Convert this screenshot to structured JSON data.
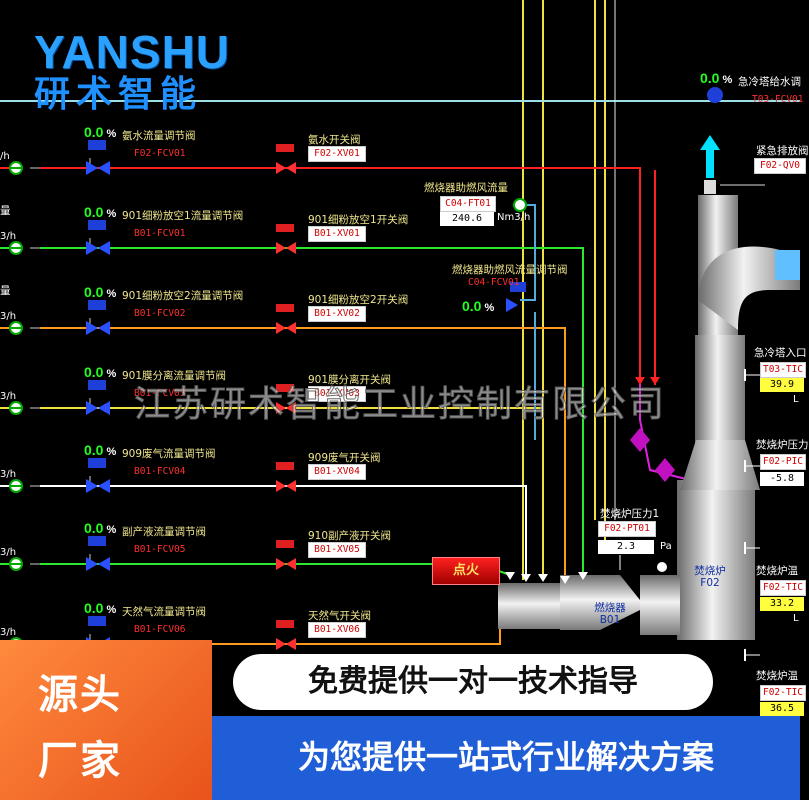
{
  "brand": {
    "en": "YANSHU",
    "cn": "研术智能"
  },
  "watermark": "江苏研术智能工业控制有限公司",
  "rows": [
    {
      "pct": "0.0",
      "fcv_label": "氨水流量调节阀",
      "fcv_tag": "F02-FCV01",
      "xv_label": "氨水开关阀",
      "xv_tag": "F02-XV01",
      "left_text": "/h"
    },
    {
      "pct": "0.0",
      "fcv_label": "901细粉放空1流量调节阀",
      "fcv_tag": "B01-FCV01",
      "xv_label": "901细粉放空1开关阀",
      "xv_tag": "B01-XV01",
      "left_text": "3/h"
    },
    {
      "pct": "0.0",
      "fcv_label": "901细粉放空2流量调节阀",
      "fcv_tag": "B01-FCV02",
      "xv_label": "901细粉放空2开关阀",
      "xv_tag": "B01-XV02",
      "left_text": "3/h"
    },
    {
      "pct": "0.0",
      "fcv_label": "901膜分离流量调节阀",
      "fcv_tag": "B01-FCV03",
      "xv_label": "901膜分离开关阀",
      "xv_tag": "B01-XV03",
      "left_text": "3/h"
    },
    {
      "pct": "0.0",
      "fcv_label": "909废气流量调节阀",
      "fcv_tag": "B01-FCV04",
      "xv_label": "909废气开关阀",
      "xv_tag": "B01-XV04",
      "left_text": "3/h"
    },
    {
      "pct": "0.0",
      "fcv_label": "副产液流量调节阀",
      "fcv_tag": "B01-FCV05",
      "xv_label": "910副产液开关阀",
      "xv_tag": "B01-XV05",
      "left_text": "3/h"
    },
    {
      "pct": "0.0",
      "fcv_label": "天然气流量调节阀",
      "fcv_tag": "B01-FCV06",
      "xv_label": "天然气开关阀",
      "xv_tag": "B01-XV06",
      "left_text": "3/h"
    }
  ],
  "left_labels": {
    "row2": "量",
    "row3": "量"
  },
  "percent_sign": "%",
  "burner_air_flow": {
    "label": "燃烧器助燃风流量",
    "tag": "C04-FT01",
    "value": "240.6",
    "unit": "Nm3/h"
  },
  "burner_air_valve": {
    "label": "燃烧器助燃风流量调节阀",
    "tag": "C04-FCV01",
    "pct": "0.0"
  },
  "furnace_pressure": {
    "label": "焚烧炉压力1",
    "tag": "F02-PT01",
    "value": "2.3",
    "unit": "Pa"
  },
  "ignite_button": "点火",
  "burner": {
    "name": "燃烧器",
    "tag": "B01"
  },
  "furnace": {
    "name": "焚烧炉",
    "tag": "F02"
  },
  "quench_water": {
    "pct": "0.0",
    "label": "急冷塔给水调",
    "tag": "T03-FCV01"
  },
  "emergency_valve": {
    "label": "紧急排放阀",
    "tag": "F02-QV0"
  },
  "quench_inlet": {
    "label": "急冷塔入口",
    "tag": "T03-TIC",
    "value": "39.9",
    "unit": "L"
  },
  "furnace_pressure2": {
    "label": "焚烧炉压力",
    "tag": "F02-PIC",
    "value": "-5.8"
  },
  "furnace_temp1": {
    "label": "焚烧炉温",
    "tag": "F02-TIC",
    "value": "33.2",
    "unit": "L"
  },
  "furnace_temp2": {
    "label": "焚烧炉温",
    "tag": "F02-TIC",
    "value": "36.5"
  },
  "banner": {
    "badge_line1": "源头",
    "badge_line2": "厂家",
    "slogan1": "免费提供一对一技术指导",
    "slogan2": "为您提供一站式行业解决方案"
  }
}
